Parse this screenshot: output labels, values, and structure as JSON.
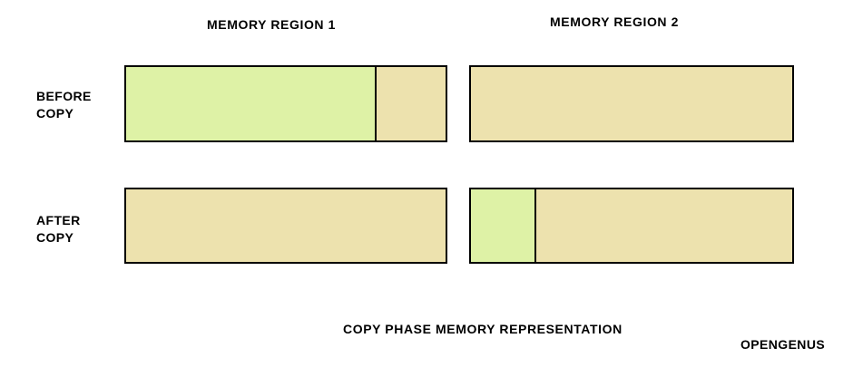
{
  "columns": [
    {
      "label": "MEMORY REGION 1"
    },
    {
      "label": "MEMORY REGION 2"
    }
  ],
  "rows": [
    {
      "label_line1": "BEFORE",
      "label_line2": "COPY",
      "bars": [
        {
          "region": "MEMORY REGION 1",
          "segments": [
            {
              "kind": "live-data",
              "fill": "live_data",
              "width_pct": 78.3
            },
            {
              "kind": "free-space",
              "fill": "free_space",
              "width_pct": 21.7
            }
          ]
        },
        {
          "region": "MEMORY REGION 2",
          "segments": [
            {
              "kind": "free-space",
              "fill": "free_space",
              "width_pct": 100
            }
          ]
        }
      ]
    },
    {
      "label_line1": "AFTER",
      "label_line2": "COPY",
      "bars": [
        {
          "region": "MEMORY REGION 1",
          "segments": [
            {
              "kind": "free-space",
              "fill": "free_space",
              "width_pct": 100
            }
          ]
        },
        {
          "region": "MEMORY REGION 2",
          "segments": [
            {
              "kind": "live-data",
              "fill": "live_data",
              "width_pct": 20.2
            },
            {
              "kind": "free-space",
              "fill": "free_space",
              "width_pct": 79.8
            }
          ]
        }
      ]
    }
  ],
  "caption": "COPY PHASE MEMORY REPRESENTATION",
  "watermark": "OPENGENUS",
  "colors": {
    "live_data": "#DEF2A6",
    "free_space": "#EDE2AE",
    "outline": "#000000",
    "background": "#FFFFFF",
    "text": "#000000"
  }
}
